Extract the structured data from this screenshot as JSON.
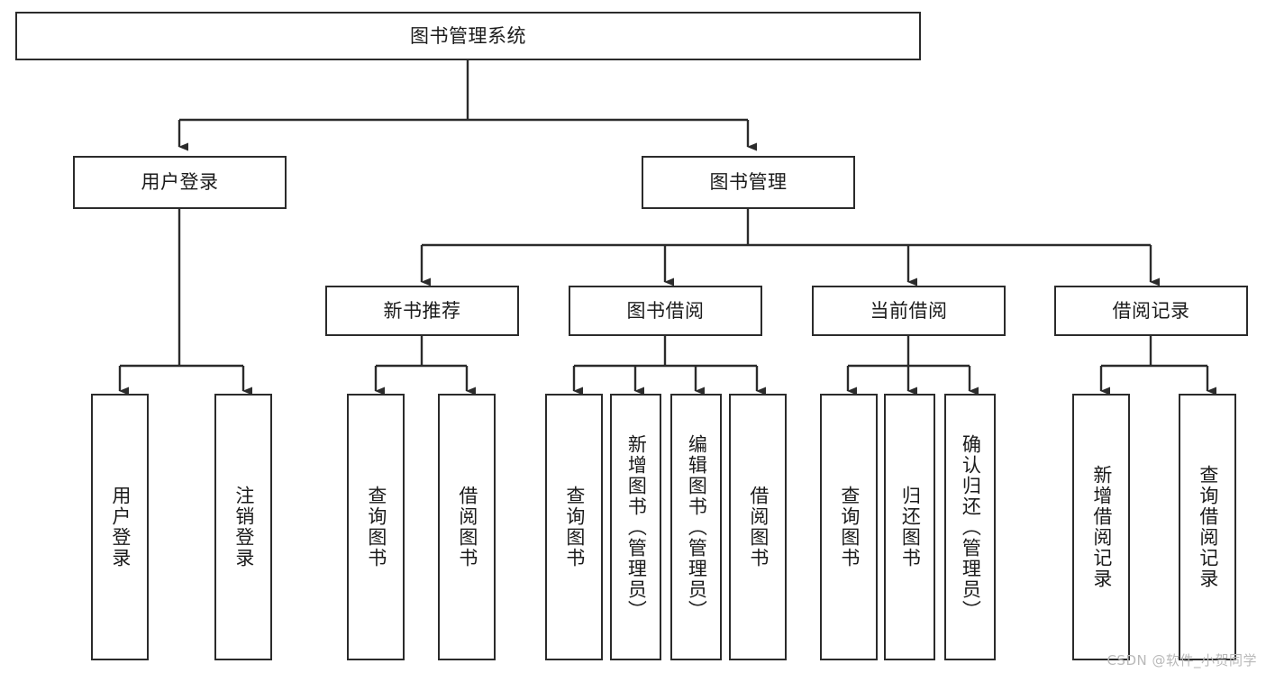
{
  "diagram": {
    "type": "tree-hierarchy",
    "title": "图书管理系统",
    "watermark": "CSDN @软件_小贺同学",
    "colors": {
      "box_border": "#2b2b2b",
      "box_fill": "#ffffff",
      "connector": "#2b2b2b",
      "text": "#1b1b1b",
      "watermark": "#b9b9b9",
      "background": "#ffffff"
    },
    "nodes": {
      "root": {
        "label": "图书管理系统",
        "level": 1,
        "orientation": "horizontal"
      },
      "l2_user_login": {
        "label": "用户登录",
        "level": 2,
        "orientation": "horizontal"
      },
      "l2_book_manage": {
        "label": "图书管理",
        "level": 2,
        "orientation": "horizontal"
      },
      "l3_new_book_rec": {
        "label": "新书推荐",
        "level": 3,
        "orientation": "horizontal"
      },
      "l3_book_borrow": {
        "label": "图书借阅",
        "level": 3,
        "orientation": "horizontal"
      },
      "l3_current_borrow": {
        "label": "当前借阅",
        "level": 3,
        "orientation": "horizontal"
      },
      "l3_borrow_record": {
        "label": "借阅记录",
        "level": 3,
        "orientation": "horizontal"
      },
      "l4_user_login": {
        "label": "用户登录",
        "level": 4,
        "orientation": "vertical",
        "parent": "l2_user_login"
      },
      "l4_logout": {
        "label": "注销登录",
        "level": 4,
        "orientation": "vertical",
        "parent": "l2_user_login"
      },
      "l4_rec_query_book": {
        "label": "查询图书",
        "level": 4,
        "orientation": "vertical",
        "parent": "l3_new_book_rec"
      },
      "l4_rec_borrow_book": {
        "label": "借阅图书",
        "level": 4,
        "orientation": "vertical",
        "parent": "l3_new_book_rec"
      },
      "l4_bb_query_book": {
        "label": "查询图书",
        "level": 4,
        "orientation": "vertical",
        "parent": "l3_book_borrow"
      },
      "l4_bb_add_book": {
        "label": "新增图书（管理员）",
        "level": 4,
        "orientation": "vertical",
        "parent": "l3_book_borrow"
      },
      "l4_bb_edit_book": {
        "label": "编辑图书（管理员）",
        "level": 4,
        "orientation": "vertical",
        "parent": "l3_book_borrow"
      },
      "l4_bb_borrow_book": {
        "label": "借阅图书",
        "level": 4,
        "orientation": "vertical",
        "parent": "l3_book_borrow"
      },
      "l4_cb_query_book": {
        "label": "查询图书",
        "level": 4,
        "orientation": "vertical",
        "parent": "l3_current_borrow"
      },
      "l4_cb_return_book": {
        "label": "归还图书",
        "level": 4,
        "orientation": "vertical",
        "parent": "l3_current_borrow"
      },
      "l4_cb_confirm_return": {
        "label": "确认归还（管理员）",
        "level": 4,
        "orientation": "vertical",
        "parent": "l3_current_borrow"
      },
      "l4_br_add_record": {
        "label": "新增借阅记录",
        "level": 4,
        "orientation": "vertical",
        "parent": "l3_borrow_record"
      },
      "l4_br_query_record": {
        "label": "查询借阅记录",
        "level": 4,
        "orientation": "vertical",
        "parent": "l3_borrow_record"
      }
    }
  }
}
